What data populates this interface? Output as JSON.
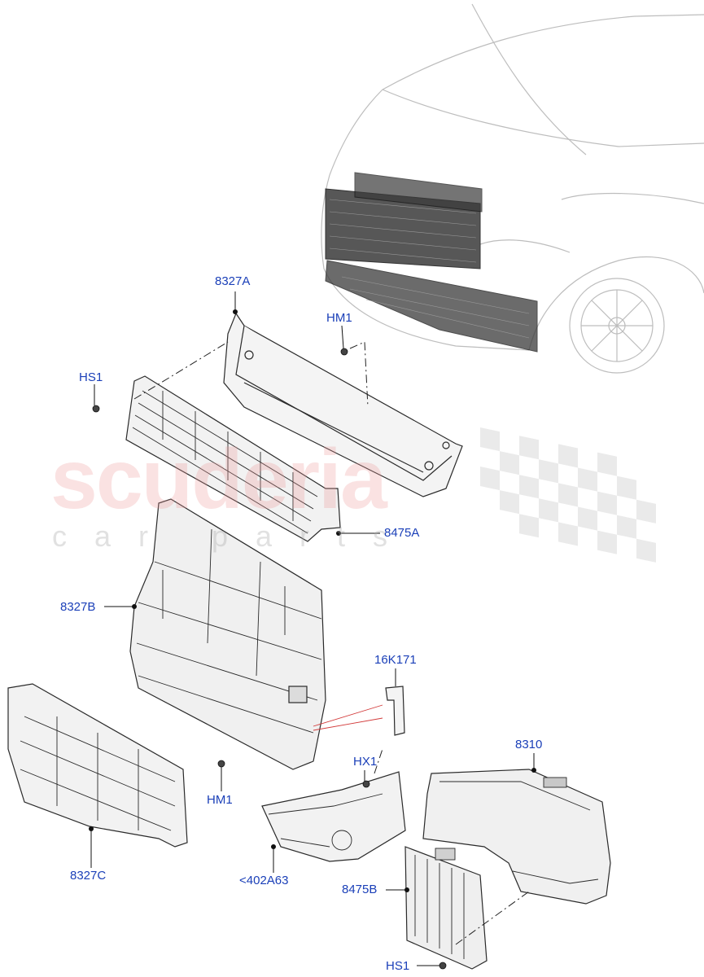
{
  "watermark": {
    "brand": "scuderia",
    "tagline": "car parts"
  },
  "callouts": [
    {
      "id": "8327A",
      "label": "8327A"
    },
    {
      "id": "HM1-top",
      "label": "HM1"
    },
    {
      "id": "HS1-top",
      "label": "HS1"
    },
    {
      "id": "8475A",
      "label": "8475A"
    },
    {
      "id": "8327B",
      "label": "8327B"
    },
    {
      "id": "16K171",
      "label": "16K171"
    },
    {
      "id": "HX1",
      "label": "HX1"
    },
    {
      "id": "8310",
      "label": "8310"
    },
    {
      "id": "HM1-bottom",
      "label": "HM1"
    },
    {
      "id": "8327C",
      "label": "8327C"
    },
    {
      "id": "402A63",
      "label": "<402A63"
    },
    {
      "id": "8475B",
      "label": "8475B"
    },
    {
      "id": "HS1-bottom",
      "label": "HS1"
    }
  ],
  "colors": {
    "callout_text": "#1a3fb8",
    "line_art": "#2a2a2a",
    "vehicle_outline": "#bdbdbd",
    "leader_red": "#d23a3a"
  }
}
